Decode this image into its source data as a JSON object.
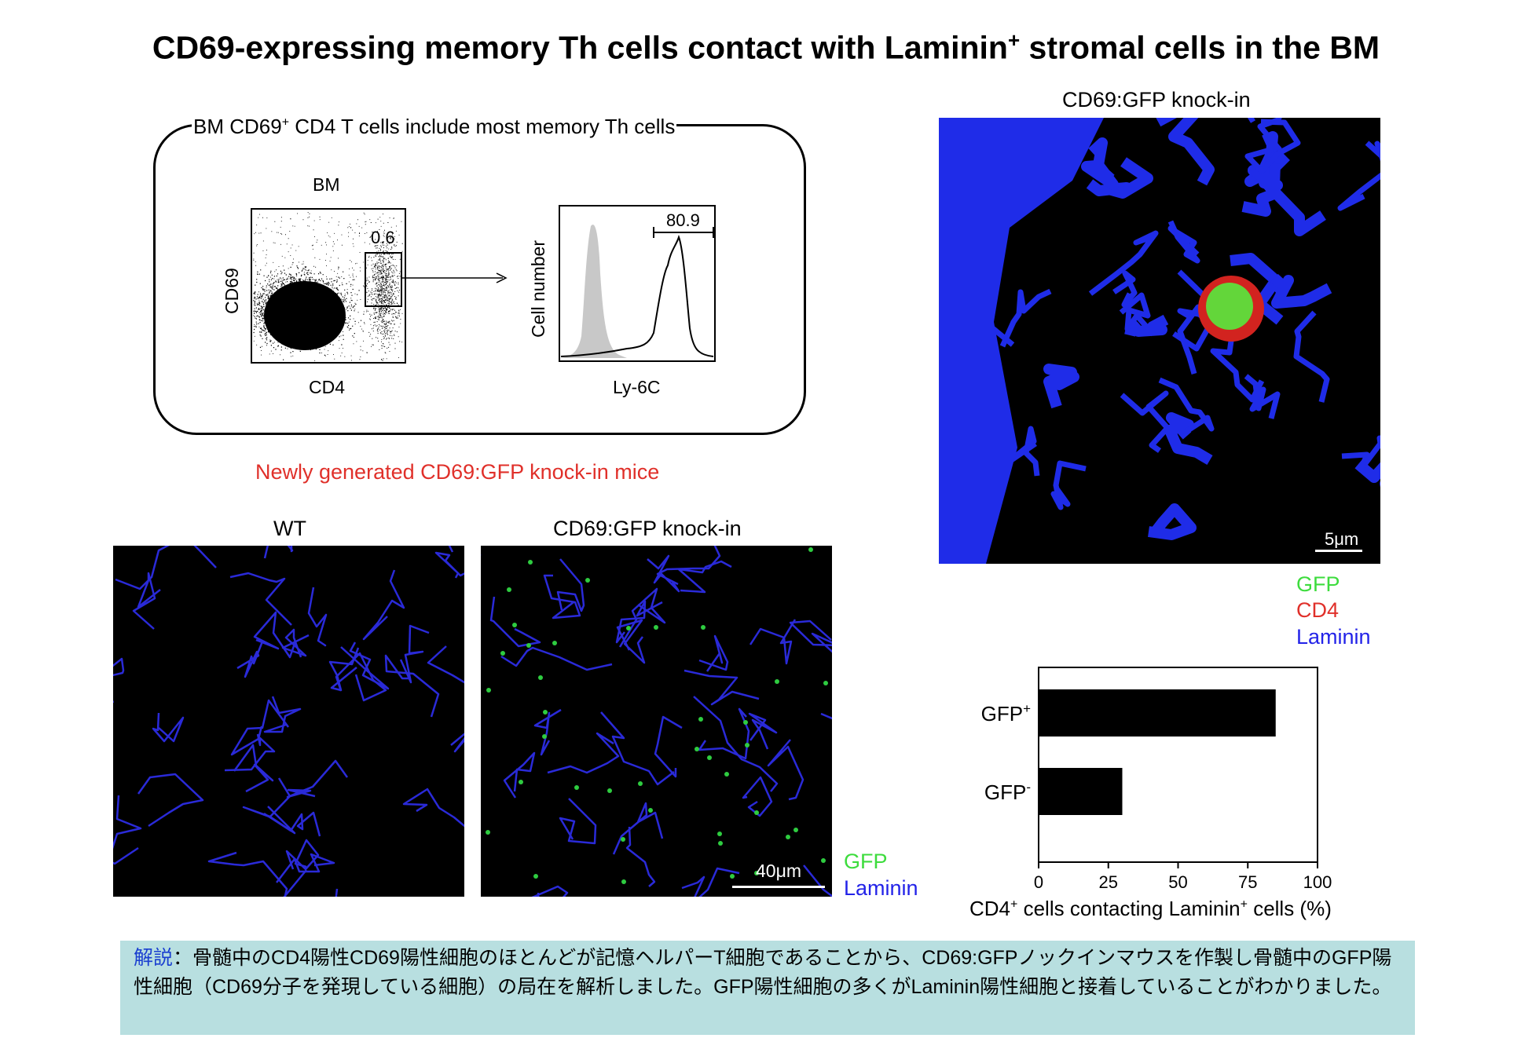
{
  "title": {
    "main": "CD69-expressing memory Th cells contact with Laminin",
    "sup": "+",
    "tail": " stromal cells in the BM"
  },
  "flow_panel": {
    "frame_title_a": "BM CD69",
    "frame_title_sup": "+",
    "frame_title_b": " CD4 T cells include most memory Th cells",
    "dotplot": {
      "header": "BM",
      "gate_value": "0.6",
      "x_label": "CD4",
      "y_label": "CD69"
    },
    "histogram": {
      "gate_value": "80.9",
      "x_label": "Ly-6C",
      "y_label": "Cell number"
    }
  },
  "knockin_note": "Newly generated CD69:GFP knock-in mice",
  "micrographs": {
    "wt_label": "WT",
    "ki_label": "CD69:GFP knock-in",
    "scale_bar": "40μm",
    "legend": [
      {
        "text": "GFP",
        "color": "#3ddc3d"
      },
      {
        "text": "Laminin",
        "color": "#2323e8"
      }
    ]
  },
  "large_image": {
    "label": "CD69:GFP knock-in",
    "scale_bar": "5μm",
    "legend": [
      {
        "text": "GFP",
        "color": "#3ddc3d"
      },
      {
        "text": "CD4",
        "color": "#e0302a"
      },
      {
        "text": "Laminin",
        "color": "#2323e8"
      }
    ]
  },
  "chart_data": {
    "type": "bar",
    "orientation": "horizontal",
    "categories": [
      "GFP+",
      "GFP-"
    ],
    "category_labels": [
      {
        "base": "GFP",
        "sup": "+"
      },
      {
        "base": "GFP",
        "sup": "-"
      }
    ],
    "values": [
      85,
      30
    ],
    "xlim": [
      0,
      100
    ],
    "xticks": [
      "0",
      "25",
      "50",
      "75",
      "100"
    ],
    "xlabel_parts": {
      "a": "CD4",
      "a_sup": "+",
      "b": " cells contacting Laminin",
      "b_sup": "+",
      "c": " cells (%)"
    },
    "bar_color": "#000000"
  },
  "caption": {
    "head": "解説",
    "body": "：骨髄中のCD4陽性CD69陽性細胞のほとんどが記憶ヘルパーT細胞であることから、CD69:GFPノックインマウスを作製し骨髄中のGFP陽性細胞（CD69分子を発現している細胞）の局在を解析しました。GFP陽性細胞の多くがLaminin陽性細胞と接着していることがわかりました。"
  }
}
